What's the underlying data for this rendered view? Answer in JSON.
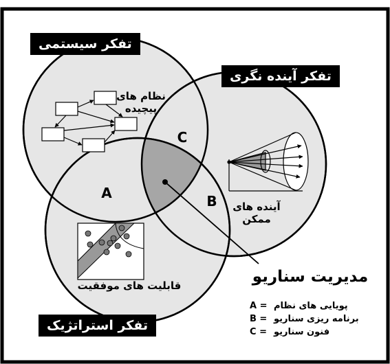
{
  "labels": {
    "systems_thinking": "تفکر سیستمی",
    "future_thinking": "تفکر آینده نگری",
    "strategic_thinking": "تفکر استراتژیک",
    "complex_systems": "نظام های پیچیده",
    "complex_systems_line1": "نظام های",
    "complex_systems_line2": "پیچیده",
    "possible_futures_line1": "آینده های",
    "possible_futures_line2": "ممکن",
    "success_capabilities": "قابلیت های موفقیت",
    "scenario_management": "مدیریت سناریو"
  },
  "regions": {
    "a": "A",
    "b": "B",
    "c": "C"
  },
  "legend": [
    {
      "key": "A =",
      "text": "پویایی های نظام"
    },
    {
      "key": "B =",
      "text": "برنامه ریزی سناریو"
    },
    {
      "key": "C =",
      "text": "فنون سناریو"
    }
  ],
  "colors": {
    "background": "#ffffff",
    "frame": "#000000",
    "circle_fill": "#e6e6e6",
    "overlap_fill": "#a6a6a6"
  }
}
